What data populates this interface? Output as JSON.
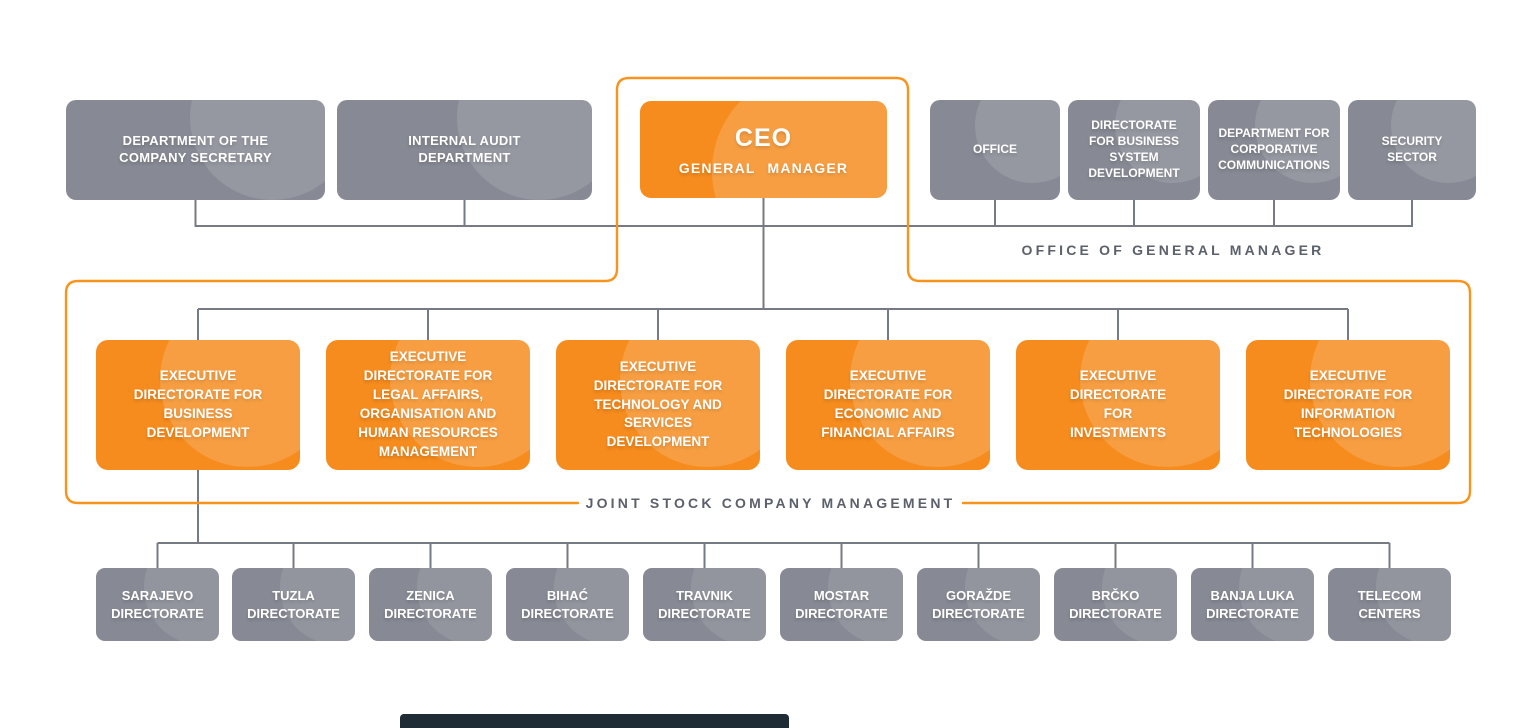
{
  "colors": {
    "accent_orange": "#F8941D",
    "box_orange": "#F68C1E",
    "box_gray": "#878A94",
    "connector_gray": "#757A85",
    "label_text": "#5B606B",
    "footer_bar": "#1F2C36"
  },
  "ceo": {
    "title": "CEO",
    "subtitle": "GENERAL MANAGER"
  },
  "office_group": {
    "label": "OFFICE OF GENERAL MANAGER",
    "left_boxes": [
      "DEPARTMENT OF THE COMPANY SECRETARY",
      "INTERNAL AUDIT DEPARTMENT"
    ],
    "right_boxes": [
      "OFFICE",
      "DIRECTORATE FOR BUSINESS SYSTEM DEVELOPMENT",
      "DEPARTMENT FOR CORPORATIVE COMMUNICATIONS",
      "SECURITY SECTOR"
    ]
  },
  "management_group": {
    "label": "JOINT STOCK COMPANY MANAGEMENT",
    "executive_directorates": [
      "EXECUTIVE DIRECTORATE FOR BUSINESS DEVELOPMENT",
      "EXECUTIVE DIRECTORATE FOR LEGAL AFFAIRS, ORGANISATION AND HUMAN RESOURCES MANAGEMENT",
      "EXECUTIVE DIRECTORATE FOR TECHNOLOGY AND SERVICES DEVELOPMENT",
      "EXECUTIVE DIRECTORATE FOR ECONOMIC AND FINANCIAL AFFAIRS",
      "EXECUTIVE DIRECTORATE FOR INVESTMENTS",
      "EXECUTIVE DIRECTORATE FOR INFORMATION TECHNOLOGIES"
    ]
  },
  "regional_directorates": [
    "SARAJEVO DIRECTORATE",
    "TUZLA DIRECTORATE",
    "ZENICA DIRECTORATE",
    "BIHAĆ DIRECTORATE",
    "TRAVNIK DIRECTORATE",
    "MOSTAR DIRECTORATE",
    "GORAŽDE DIRECTORATE",
    "BRČKO DIRECTORATE",
    "BANJA LUKA DIRECTORATE",
    "TELECOM CENTERS"
  ]
}
